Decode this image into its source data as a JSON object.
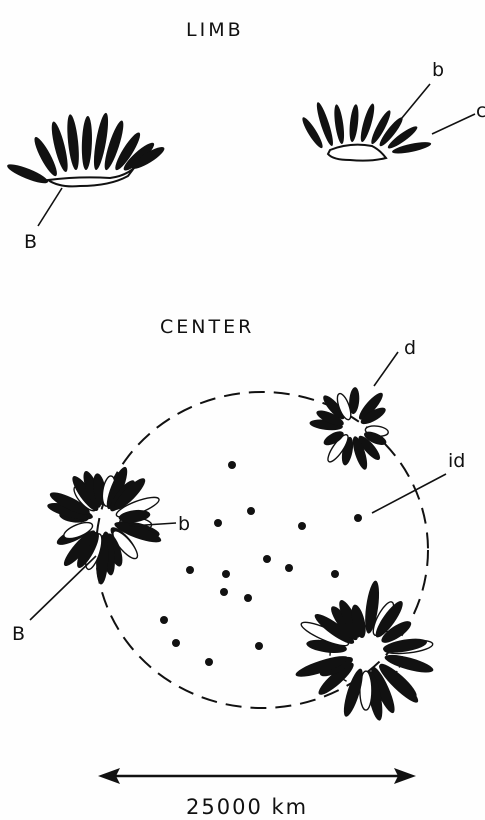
{
  "headings": {
    "limb": "LIMB",
    "center": "CENTER"
  },
  "labels": {
    "limb_B": "B",
    "limb_b": "b",
    "limb_c": "c",
    "center_d": "d",
    "center_id": "id",
    "center_b": "b",
    "center_B": "B"
  },
  "scale": {
    "label": "25000 km"
  },
  "colors": {
    "ink": "#111111",
    "paper": "#fefefe"
  }
}
